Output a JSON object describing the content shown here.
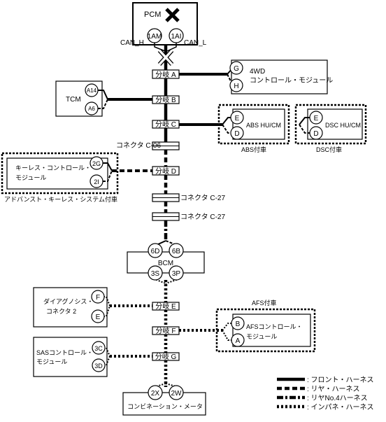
{
  "pcm": {
    "label": "PCM",
    "pin_am": "1AM",
    "pin_ai": "1AI",
    "can_h": "CAN_H",
    "can_l": "CAN_L"
  },
  "branches": {
    "a": "分岐 A",
    "b": "分岐 B",
    "c": "分岐 C",
    "d": "分岐 D",
    "e": "分岐 E",
    "f": "分岐 F",
    "g": "分岐 G"
  },
  "connectors": {
    "c06": "コネクタ C-06",
    "c27_1": "コネクタ C-27",
    "c27_2": "コネクタ C-27"
  },
  "module_4wd": {
    "line1": "4WD",
    "line2": "コントロール・モジュール",
    "pin_g": "G",
    "pin_h": "H"
  },
  "tcm": {
    "label": "TCM",
    "pin_a14": "A14",
    "pin_a6": "A6"
  },
  "abs": {
    "label": "ABS HU/CM",
    "pin_e": "E",
    "pin_d": "D",
    "note": "ABS付車"
  },
  "dsc": {
    "label": "DSC HU/CM",
    "pin_e": "E",
    "pin_d": "D",
    "note": "DSC付車"
  },
  "keyless": {
    "line1": "キーレス・コントロール・",
    "line2": "モジュール",
    "pin_2g": "2G",
    "pin_2i": "2I",
    "note": "アドバンスト・キーレス・システム付車"
  },
  "bcm": {
    "label": "BCM",
    "pin_6d": "6D",
    "pin_6b": "6B",
    "pin_3s": "3S",
    "pin_3p": "3P"
  },
  "dlc": {
    "line1": "ダイアグノシス・",
    "line2": "コネクタ 2",
    "pin_f": "F",
    "pin_e": "E"
  },
  "afs": {
    "line1": "AFSコントロール・",
    "line2": "モジュール",
    "pin_b": "B",
    "pin_a": "A",
    "note": "AFS付車"
  },
  "sas": {
    "line1": "SASコントロール・",
    "line2": "モジュール",
    "pin_3c": "3C",
    "pin_3d": "3D"
  },
  "meter": {
    "label": "コンビネーション・メータ",
    "pin_2x": "2X",
    "pin_2w": "2W"
  },
  "legend": {
    "front": ": フロント・ハーネス",
    "rear": ": リヤ・ハーネス",
    "rear4": ": リヤNo.4ハーネス",
    "inpane": ": インパネ・ハーネス"
  }
}
